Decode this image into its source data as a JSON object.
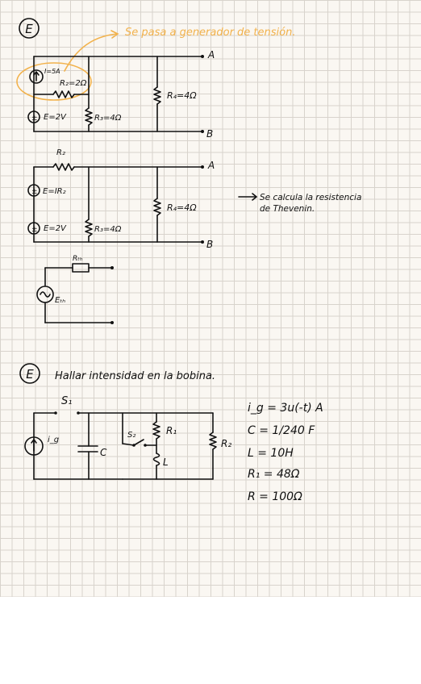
{
  "problems": {
    "p1": {
      "number": "E",
      "annotation_orange": "Se pasa a generador de tensión.",
      "circuit_a": {
        "source_i": "I=5A",
        "r2": "R₂=2Ω",
        "source_e": "E=2V",
        "r3": "R₃=4Ω",
        "r4": "R₄=4Ω",
        "node_a": "A",
        "node_b": "B"
      },
      "circuit_b": {
        "r2": "R₂",
        "source_ir": "E=IR₂",
        "source_e": "E=2V",
        "r3": "R₃=4Ω",
        "r4": "R₄=4Ω",
        "node_a": "A",
        "node_b": "B",
        "note_line1": "Se calcula la resistencia",
        "note_line2": "de Thevenin."
      },
      "circuit_c": {
        "rth": "Rₜₕ",
        "eth": "Eₜₕ"
      }
    },
    "p2": {
      "number": "E",
      "title": "Hallar intensidad en la bobina.",
      "s1": "S₁",
      "ig_label": "i_g",
      "c_label": "C",
      "s2": "S₂",
      "r1_label": "R₁",
      "l_label": "L",
      "r2_label": "R₂",
      "given": [
        "i_g = 3u(-t) A",
        "C = 1/240 F",
        "L = 10H",
        "R₁ = 48Ω",
        "R = 100Ω"
      ]
    }
  }
}
